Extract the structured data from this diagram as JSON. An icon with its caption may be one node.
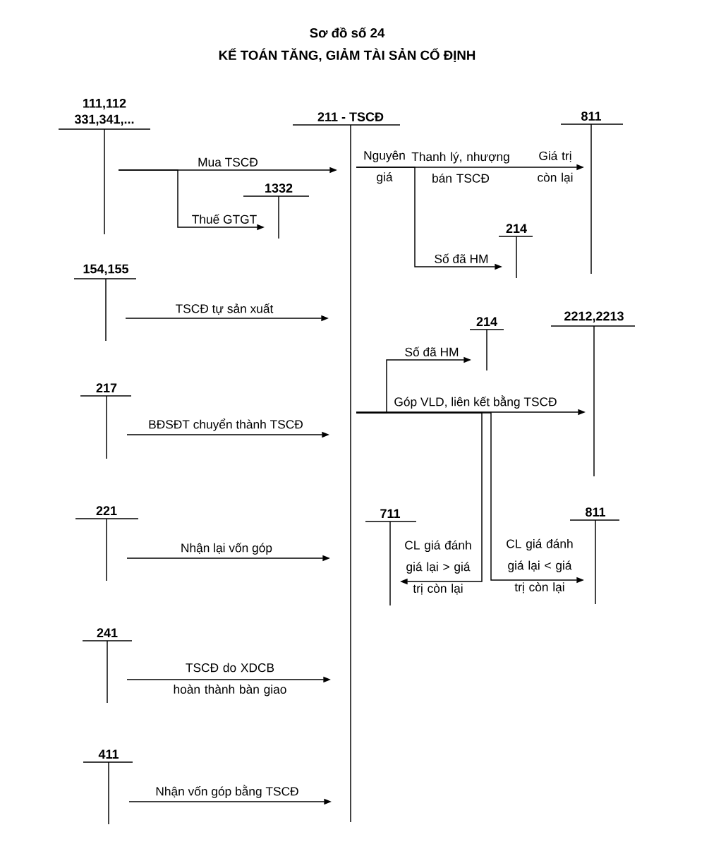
{
  "diagram": {
    "title": "KẾ TOÁN TĂNG, GIẢM TÀI SẢN CỐ ĐỊNH",
    "nodes": [
      {
        "text": [
          "111,112 331,341,..."
        ]
      },
      {
        "text": [
          "211 - TSCĐ"
        ]
      },
      {
        "text": [
          "1332"
        ]
      },
      {
        "text": [
          "811"
        ]
      },
      {
        "text": [
          "214"
        ]
      },
      {
        "text": [
          "154,155"
        ]
      },
      {
        "text": [
          "214"
        ]
      },
      {
        "text": [
          "2212,2213"
        ]
      },
      {
        "text": [
          "217"
        ]
      },
      {
        "text": [
          "221"
        ]
      },
      {
        "text": [
          "711"
        ]
      },
      {
        "text": [
          "811"
        ]
      },
      {
        "text": [
          "241"
        ]
      },
      {
        "text": [
          "411"
        ]
      }
    ],
    "edges": [
      {
        "from": 0,
        "to": 1,
        "arrow": "to",
        "label": "Mua TSCĐ"
      },
      {
        "from": 0,
        "to": 2,
        "arrow": "to",
        "label": "Thuế GTGT"
      },
      {
        "from": 1,
        "to": 3,
        "arrow": "to",
        "label": "Thanh lý, nhượng bán TSCĐ"
      },
      {
        "from": 1,
        "to": 4,
        "arrow": "to",
        "label": "Số đã HM"
      },
      {
        "from": 5,
        "to": 1,
        "arrow": "to",
        "label": "TSCĐ tự sản xuất"
      },
      {
        "from": 1,
        "to": 6,
        "arrow": "to",
        "label": "Số đã HM"
      },
      {
        "from": 1,
        "to": 7,
        "arrow": "to",
        "label": "Góp VLD, liên kết bằng TSCĐ"
      },
      {
        "from": 1,
        "to": 10,
        "arrow": "to",
        "label": "CL giá đánh giá lại > giá trị còn lại"
      },
      {
        "from": 1,
        "to": 11,
        "arrow": "to",
        "label": "CL giá đánh giá lại < giá trị còn lại"
      },
      {
        "from": 8,
        "to": 1,
        "arrow": "to",
        "label": "BĐSĐT chuyển thành TSCĐ"
      },
      {
        "from": 9,
        "to": 1,
        "arrow": "to",
        "label": "Nhận lại vốn góp"
      },
      {
        "from": 12,
        "to": 1,
        "arrow": "to",
        "label": "TSCĐ do XDCB hoàn thành bàn giao"
      },
      {
        "from": 13,
        "to": 1,
        "arrow": "to",
        "label": "Nhận vốn góp bằng TSCĐ"
      }
    ],
    "labels": [
      "Sơ đồ số 24",
      "Nguyên giá",
      "Giá trị còn lại"
    ]
  }
}
